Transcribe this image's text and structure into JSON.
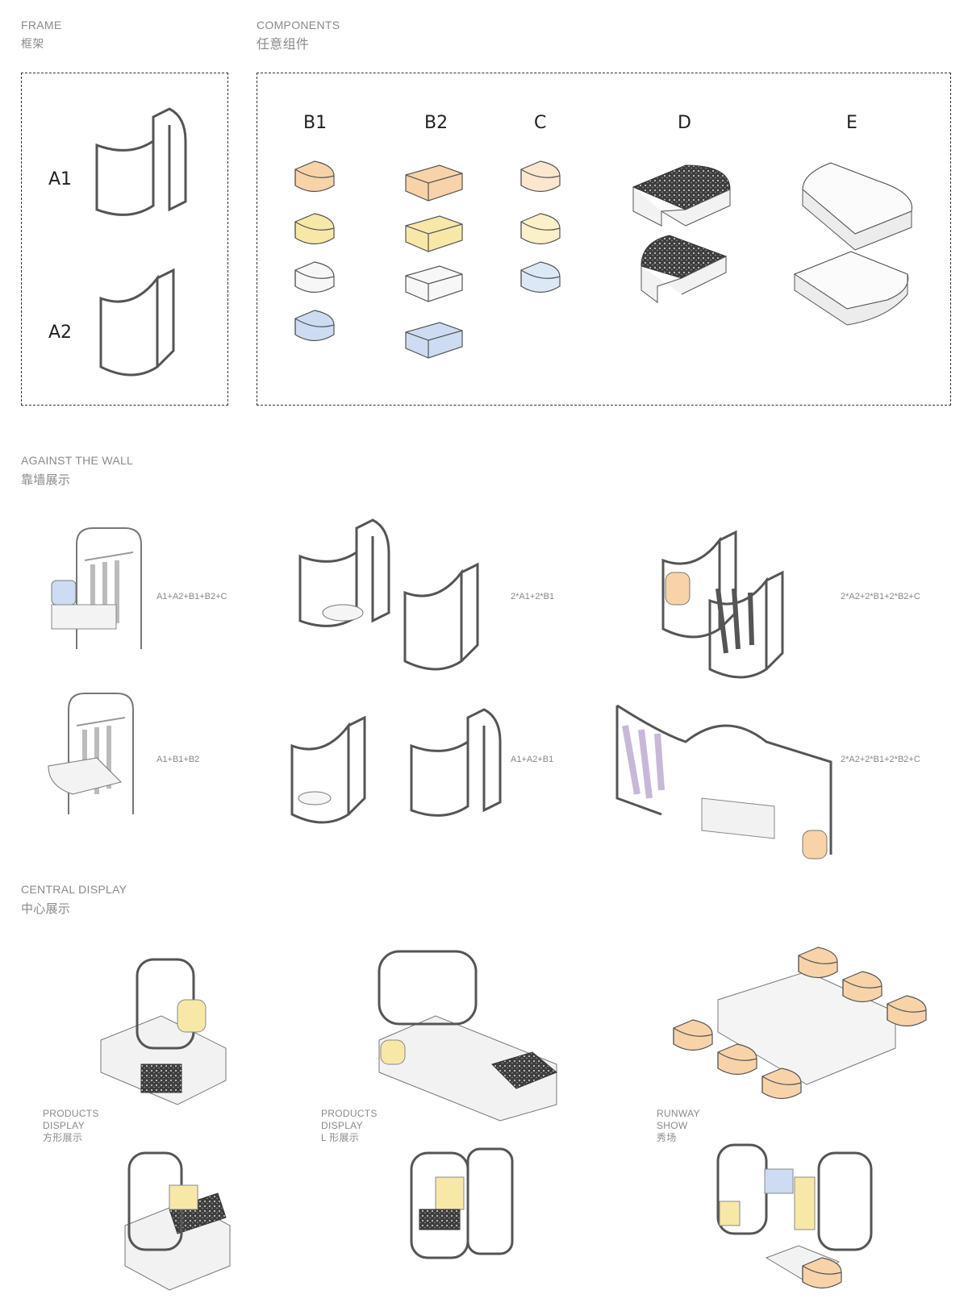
{
  "frame": {
    "title_en": "FRAME",
    "title_zh": "框架",
    "items": [
      "A1",
      "A2"
    ]
  },
  "components": {
    "title_en": "COMPONENTS",
    "title_zh": "任意组件",
    "items": [
      "B1",
      "B2",
      "C",
      "D",
      "E"
    ]
  },
  "colors": {
    "orange": "#f8d3a9",
    "yellow": "#f8e8a8",
    "white": "#f7f7f7",
    "blue": "#cddcf2",
    "granite": "#555555"
  },
  "against_wall": {
    "title_en": "AGAINST THE WALL",
    "title_zh": "靠墙展示",
    "combos": [
      "A1+A2+B1+B2+C",
      "2*A1+2*B1",
      "2*A2+2*B1+2*B2+C",
      "A1+B1+B2",
      "A1+A2+B1",
      "2*A2+2*B1+2*B2+C"
    ]
  },
  "central": {
    "title_en": "CENTRAL DISPLAY",
    "title_zh": "中心展示",
    "groups": [
      {
        "line1": "PRODUCTS",
        "line2": "DISPLAY",
        "zh": "方形展示"
      },
      {
        "line1": "PRODUCTS",
        "line2": "DISPLAY",
        "zh": "L 形展示"
      },
      {
        "line1": "RUNWAY",
        "line2": "SHOW",
        "zh": "秀场"
      }
    ]
  }
}
